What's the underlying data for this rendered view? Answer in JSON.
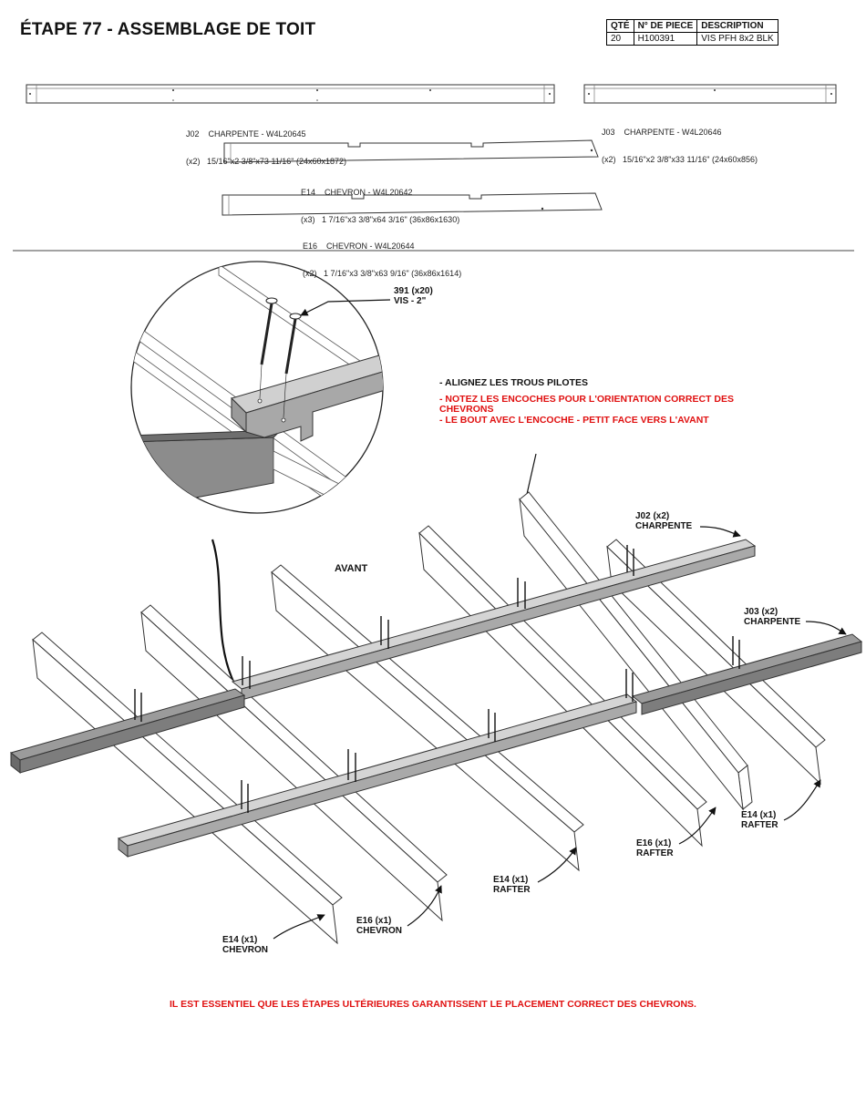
{
  "step_title": "ÉTAPE 77 - ASSEMBLAGE DE TOIT",
  "parts_table": {
    "headers": [
      "QTÉ",
      "N° DE PIECE",
      "DESCRIPTION"
    ],
    "rows": [
      [
        "20",
        "H100391",
        "VIS PFH 8x2 BLK"
      ]
    ]
  },
  "parts": {
    "j02": {
      "line1": "J02    CHARPENTE - W4L20645",
      "line2": "(x2)   15/16\"x2 3/8\"x73 11/16\" (24x60x1872)"
    },
    "j03": {
      "line1": "J03    CHARPENTE - W4L20646",
      "line2": "(x2)   15/16\"x2 3/8\"x33 11/16\" (24x60x856)"
    },
    "e14": {
      "line1": "E14    CHEVRON - W4L20642",
      "line2": "(x3)   1 7/16\"x3 3/8\"x64 3/16\" (36x86x1630)"
    },
    "e16": {
      "line1": "E16    CHEVRON - W4L20644",
      "line2": "(x2)   1 7/16\"x3 3/8\"x63 9/16\" (36x86x1614)"
    }
  },
  "screw_callout": {
    "line1": "391 (x20)",
    "line2": "VIS - 2\""
  },
  "notes": {
    "align": "- ALIGNEZ LES TROUS PILOTES",
    "notch_orientation": "- NOTEZ LES ENCOCHES POUR L'ORIENTATION CORRECT DES CHEVRONS",
    "notch_end": "- LE BOUT AVEC L'ENCOCHE - PETIT FACE VERS L'AVANT"
  },
  "avant_label": "AVANT",
  "callouts": {
    "j02": {
      "line1": "J02 (x2)",
      "line2": "CHARPENTE"
    },
    "j03": {
      "line1": "J03 (x2)",
      "line2": "CHARPENTE"
    },
    "e14_right": {
      "line1": "E14 (x1)",
      "line2": "RAFTER"
    },
    "e16_right": {
      "line1": "E16 (x1)",
      "line2": "RAFTER"
    },
    "e14_mid": {
      "line1": "E14 (x1)",
      "line2": "RAFTER"
    },
    "e16_left": {
      "line1": "E16 (x1)",
      "line2": "CHEVRON"
    },
    "e14_left": {
      "line1": "E14 (x1)",
      "line2": "CHEVRON"
    }
  },
  "bottom_warning": "IL EST ESSENTIEL QUE LES ÉTAPES ULTÉRIEURES GARANTISSENT LE PLACEMENT CORRECT DES CHEVRONS.",
  "colors": {
    "warning": "#e01010",
    "beam_dark": "#8c8c8c",
    "beam_light": "#d4d4d4",
    "line": "#222222"
  }
}
